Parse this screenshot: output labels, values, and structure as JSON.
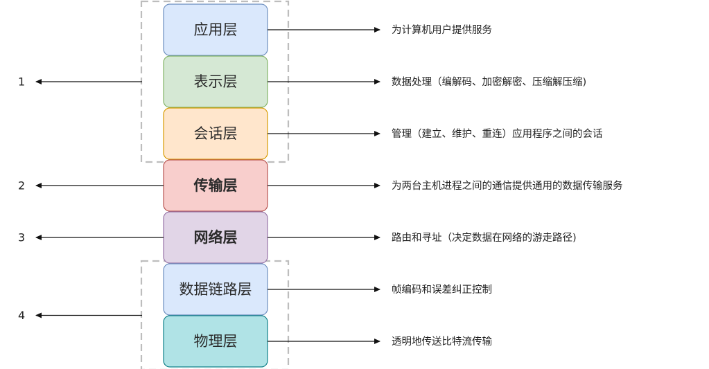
{
  "layers": [
    {
      "label": "应用层",
      "description": "为计算机用户提供服务",
      "fill": "#dae8fc",
      "stroke": "#6c8ebf",
      "bold": false
    },
    {
      "label": "表示层",
      "description": "数据处理（编解码、加密解密、压缩解压缩)",
      "fill": "#d5e8d4",
      "stroke": "#82b366",
      "bold": false
    },
    {
      "label": "会话层",
      "description": "管理（建立、维护、重连）应用程序之间的会话",
      "fill": "#ffe6cc",
      "stroke": "#d79b00",
      "bold": false
    },
    {
      "label": "传输层",
      "description": "为两台主机进程之间的通信提供通用的数据传输服务",
      "fill": "#f8cecc",
      "stroke": "#b85450",
      "bold": true
    },
    {
      "label": "网络层",
      "description": "路由和寻址（决定数据在网络的游走路径)",
      "fill": "#e1d5e7",
      "stroke": "#9673a6",
      "bold": true
    },
    {
      "label": "数据链路层",
      "description": "帧编码和误差纠正控制",
      "fill": "#dae8fc",
      "stroke": "#6c8ebf",
      "bold": false
    },
    {
      "label": "物理层",
      "description": "透明地传送比特流传输",
      "fill": "#b0e3e6",
      "stroke": "#0e8088",
      "bold": false
    }
  ],
  "groups": [
    {
      "number": "1",
      "layers": [
        0,
        2
      ]
    },
    {
      "number": "2",
      "layers": [
        3,
        3
      ]
    },
    {
      "number": "3",
      "layers": [
        4,
        4
      ]
    },
    {
      "number": "4",
      "layers": [
        5,
        6
      ]
    }
  ]
}
